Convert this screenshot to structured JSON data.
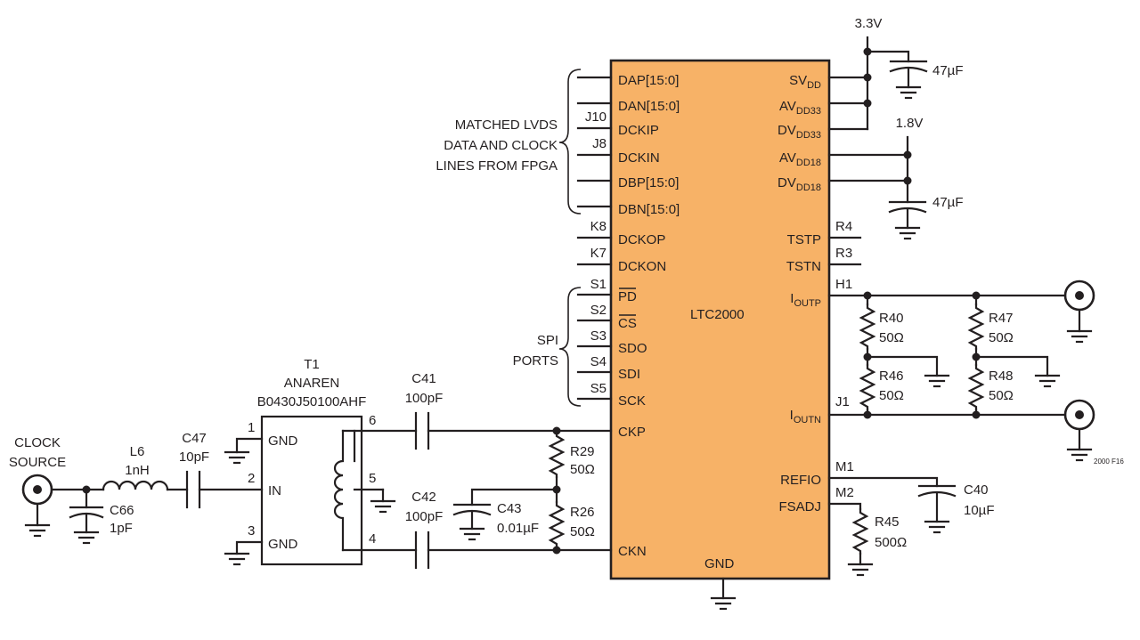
{
  "chip": {
    "name": "LTC2000",
    "color": "#f7b267",
    "left_pins": [
      "DAP[15:0]",
      "DAN[15:0]",
      "DCKIP",
      "DCKIN",
      "DBP[15:0]",
      "DBN[15:0]",
      "DCKOP",
      "DCKON",
      "PD",
      "CS",
      "SDO",
      "SDI",
      "SCK",
      "CKP",
      "CKN"
    ],
    "right_pins": [
      {
        "base": "SV",
        "sub": "DD"
      },
      {
        "base": "AV",
        "sub": "DD33"
      },
      {
        "base": "DV",
        "sub": "DD33"
      },
      {
        "base": "AV",
        "sub": "DD18"
      },
      {
        "base": "DV",
        "sub": "DD18"
      },
      {
        "base": "TSTP",
        "sub": ""
      },
      {
        "base": "TSTN",
        "sub": ""
      },
      {
        "base": "I",
        "sub": "OUTP"
      },
      {
        "base": "I",
        "sub": "OUTN"
      },
      {
        "base": "REFIO",
        "sub": ""
      },
      {
        "base": "FSADJ",
        "sub": ""
      }
    ],
    "gnd_pin": "GND"
  },
  "left_net_labels": [
    "J10",
    "J8",
    "K8",
    "K7",
    "S1",
    "S2",
    "S3",
    "S4",
    "S5"
  ],
  "right_net_labels": [
    "R4",
    "R3",
    "H1",
    "J1",
    "M1",
    "M2"
  ],
  "groups": {
    "lvds": [
      "MATCHED LVDS",
      "DATA AND CLOCK",
      "LINES FROM FPGA"
    ],
    "spi": [
      "SPI",
      "PORTS"
    ]
  },
  "rails": {
    "v33": "3.3V",
    "v18": "1.8V"
  },
  "decoupling": [
    {
      "value": "47µF"
    },
    {
      "value": "47µF"
    }
  ],
  "transformer": {
    "ref": "T1",
    "maker": "ANAREN",
    "part": "B0430J50100AHF",
    "pins": [
      "GND",
      "IN",
      "GND"
    ],
    "pin_numbers": [
      "1",
      "2",
      "3",
      "6",
      "5",
      "4"
    ]
  },
  "source": [
    "CLOCK",
    "SOURCE"
  ],
  "components": {
    "L6": {
      "ref": "L6",
      "value": "1nH"
    },
    "C47": {
      "ref": "C47",
      "value": "10pF"
    },
    "C66": {
      "ref": "C66",
      "value": "1pF"
    },
    "C41": {
      "ref": "C41",
      "value": "100pF"
    },
    "C42": {
      "ref": "C42",
      "value": "100pF"
    },
    "C43": {
      "ref": "C43",
      "value": "0.01µF"
    },
    "R29": {
      "ref": "R29",
      "value": "50Ω"
    },
    "R26": {
      "ref": "R26",
      "value": "50Ω"
    },
    "R40": {
      "ref": "R40",
      "value": "50Ω"
    },
    "R46": {
      "ref": "R46",
      "value": "50Ω"
    },
    "R47": {
      "ref": "R47",
      "value": "50Ω"
    },
    "R48": {
      "ref": "R48",
      "value": "50Ω"
    },
    "C40": {
      "ref": "C40",
      "value": "10µF"
    },
    "R45": {
      "ref": "R45",
      "value": "500Ω"
    }
  },
  "figure_id": "2000 F16"
}
